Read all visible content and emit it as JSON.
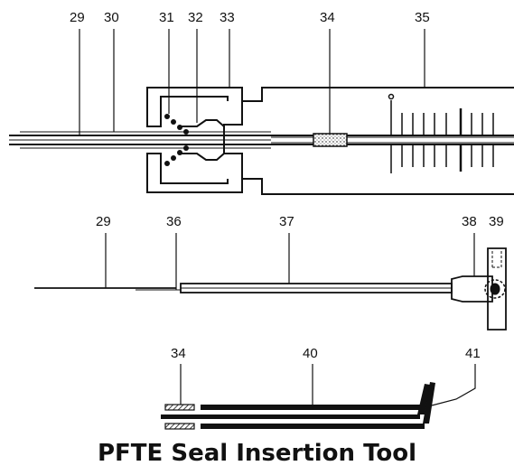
{
  "title": "PFTE Seal Insertion Tool",
  "callouts": {
    "c29a": "29",
    "c30": "30",
    "c31": "31",
    "c32": "32",
    "c33": "33",
    "c34a": "34",
    "c35": "35",
    "c29b": "29",
    "c36": "36",
    "c37": "37",
    "c38": "38",
    "c39": "39",
    "c34b": "34",
    "c40": "40",
    "c41": "41"
  },
  "colors": {
    "ink": "#111111",
    "background": "#ffffff"
  }
}
